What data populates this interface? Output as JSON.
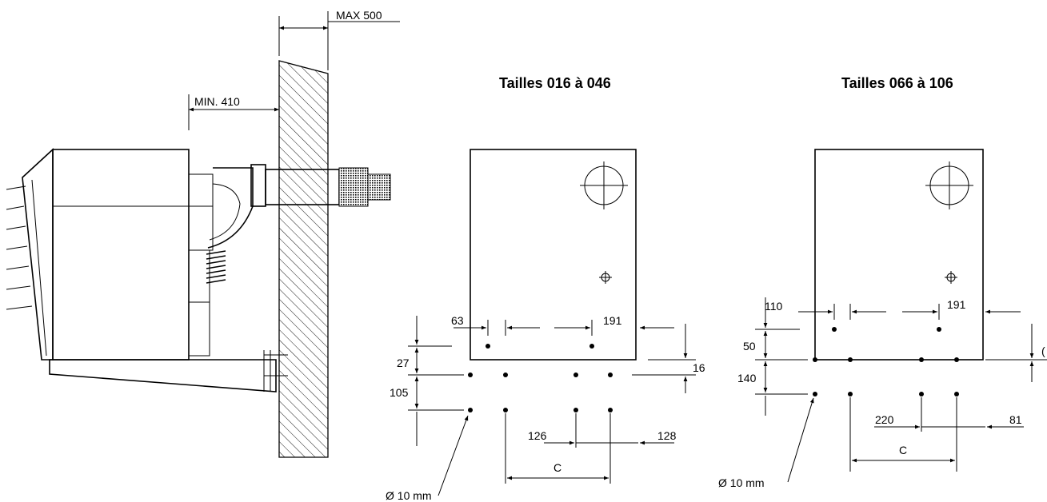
{
  "side_view": {
    "max_label": "MAX 500",
    "min_label": "MIN. 410"
  },
  "panel_left": {
    "title": "Tailles 016 à 046",
    "dim_63": "63",
    "dim_191": "191",
    "dim_27": "27",
    "dim_105": "105",
    "dim_16": "16",
    "dim_126": "126",
    "dim_128": "128",
    "dim_c": "C",
    "hole_label": "Ø 10 mm"
  },
  "panel_right": {
    "title": "Tailles 066 à 106",
    "dim_110": "110",
    "dim_191": "191",
    "dim_50": "50",
    "dim_140": "140",
    "dim_220": "220",
    "dim_81": "81",
    "dim_c": "C",
    "dim_cut": "(",
    "hole_label": "Ø 10 mm"
  },
  "icons": [
    "arrow-head",
    "hatch-pattern",
    "crosshair-circle",
    "mounting-hole-dot"
  ]
}
